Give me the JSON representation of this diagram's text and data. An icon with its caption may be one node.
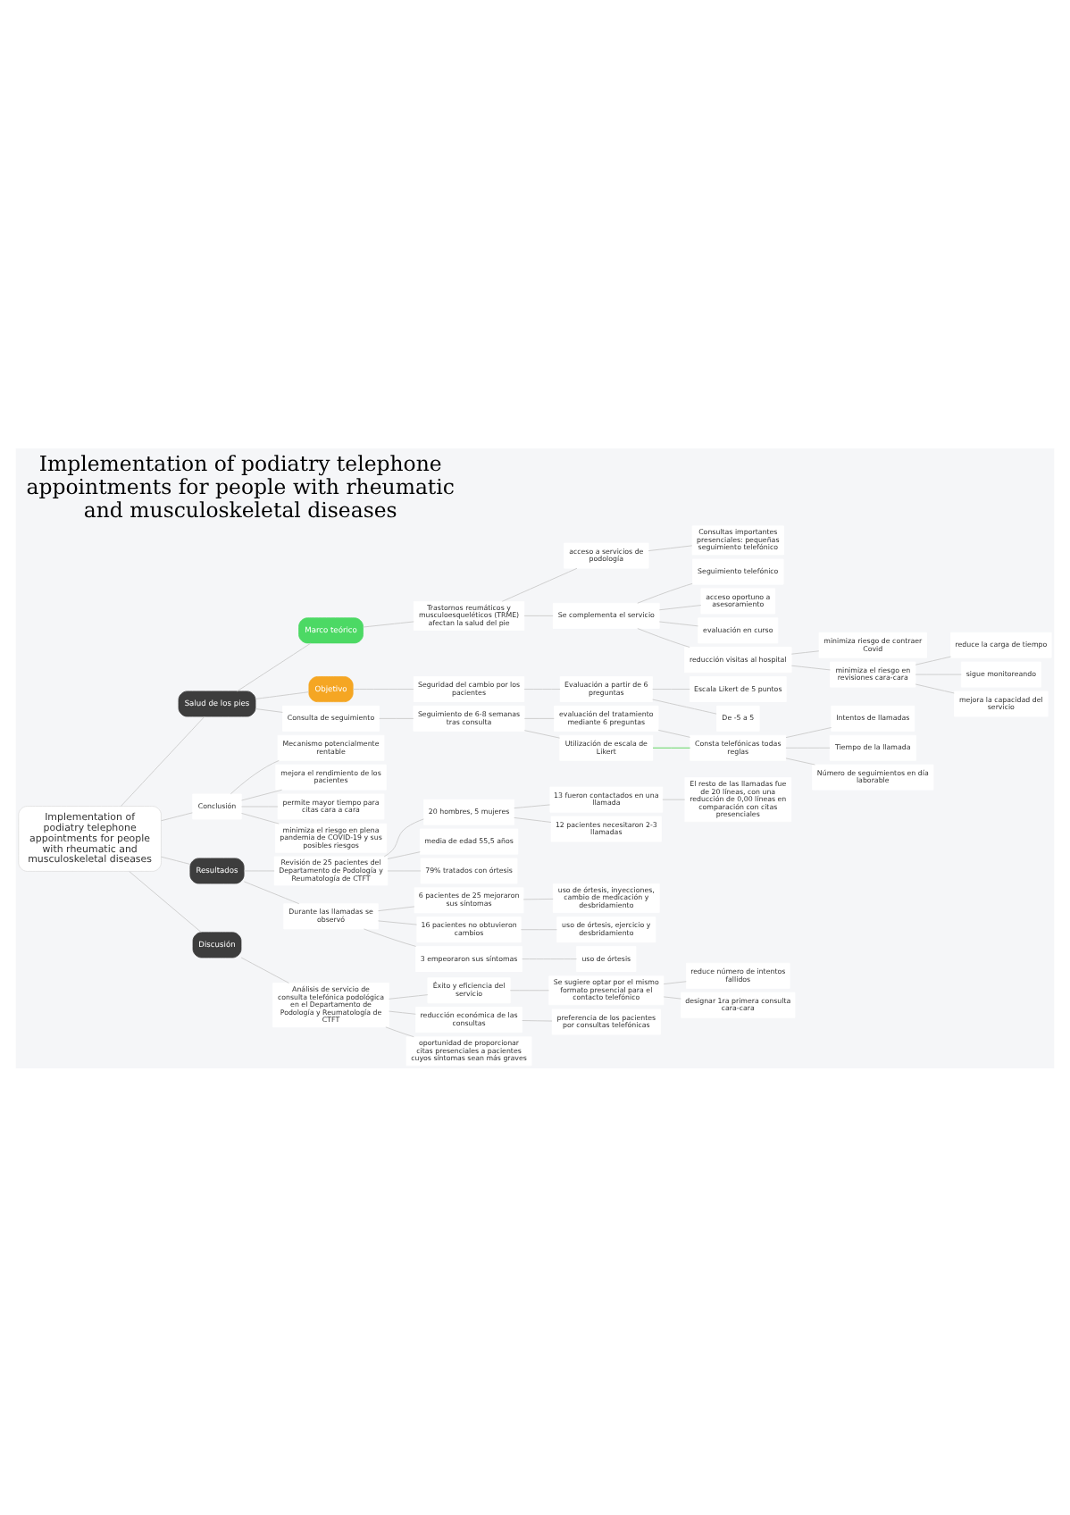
{
  "diagram": {
    "title": "Implementation of podiatry telephone appointments for people with rheumatic and musculoskeletal diseases",
    "nodes": [
      {
        "text": [
          "Implementation of podiatry telephone appointments for people with rheumatic and musculoskeletal diseases"
        ]
      },
      {
        "text": [
          "Salud de los pies"
        ]
      },
      {
        "text": [
          "Marco teórico"
        ]
      },
      {
        "text": [
          "Trastornos reumáticos y musculoesqueléticos (TRME) afectan la salud del pie"
        ]
      },
      {
        "text": [
          "acceso a servicios de podología"
        ]
      },
      {
        "text": [
          "Consultas importantes presenciales: pequeñas seguimiento telefónico"
        ]
      },
      {
        "text": [
          "Se complementa el servicio"
        ]
      },
      {
        "text": [
          "Seguimiento telefónico"
        ]
      },
      {
        "text": [
          "acceso oportuno a asesoramiento"
        ]
      },
      {
        "text": [
          "evaluación en curso"
        ]
      },
      {
        "text": [
          "reducción visitas al hospital"
        ]
      },
      {
        "text": [
          "minimiza riesgo de contraer Covid"
        ]
      },
      {
        "text": [
          "minimiza el riesgo en revisiones cara-cara"
        ]
      },
      {
        "text": [
          "reduce la carga de tiempo"
        ]
      },
      {
        "text": [
          "sigue monitoreando"
        ]
      },
      {
        "text": [
          "mejora la capacidad del servicio"
        ]
      },
      {
        "text": [
          "Objetivo"
        ]
      },
      {
        "text": [
          "Seguridad del cambio por los pacientes"
        ]
      },
      {
        "text": [
          "Evaluación a partir de 6 preguntas"
        ]
      },
      {
        "text": [
          "Escala Likert de 5 puntos"
        ]
      },
      {
        "text": [
          "De -5 a 5"
        ]
      },
      {
        "text": [
          "Consulta de seguimiento"
        ]
      },
      {
        "text": [
          "Seguimiento de 6-8 semanas tras consulta"
        ]
      },
      {
        "text": [
          "evaluación del tratamiento mediante 6 preguntas"
        ]
      },
      {
        "text": [
          "Consta telefónicas todas reglas"
        ]
      },
      {
        "text": [
          "Intentos de llamadas"
        ]
      },
      {
        "text": [
          "Tiempo de la llamada"
        ]
      },
      {
        "text": [
          "Número de seguimientos en día laborable"
        ]
      },
      {
        "text": [
          "Utilización de escala de Likert"
        ]
      },
      {
        "text": [
          "Conclusión"
        ]
      },
      {
        "text": [
          "Mecanismo potencialmente rentable"
        ]
      },
      {
        "text": [
          "mejora el rendimiento de los pacientes"
        ]
      },
      {
        "text": [
          "permite mayor tiempo para citas cara a cara"
        ]
      },
      {
        "text": [
          "minimiza el riesgo en plena pandemia de COVID-19 y sus posibles riesgos"
        ]
      },
      {
        "text": [
          "Resultados"
        ]
      },
      {
        "text": [
          "Revisión de 25 pacientes del Departamento de Podología y Reumatología de CTFT"
        ]
      },
      {
        "text": [
          "20 hombres, 5 mujeres"
        ]
      },
      {
        "text": [
          "13 fueron contactados en una llamada"
        ]
      },
      {
        "text": [
          "El resto de las llamadas fue de 20 líneas, con una reducción de 0,00 líneas en comparación con citas presenciales"
        ]
      },
      {
        "text": [
          "12 pacientes necesitaron 2-3 llamadas"
        ]
      },
      {
        "text": [
          "media de edad 55,5 años"
        ]
      },
      {
        "text": [
          "79% tratados con órtesis"
        ]
      },
      {
        "text": [
          "Durante las llamadas se observó"
        ]
      },
      {
        "text": [
          "6 pacientes de 25 mejoraron sus síntomas"
        ]
      },
      {
        "text": [
          "uso de órtesis, inyecciones, cambio de medicación y desbridamiento"
        ]
      },
      {
        "text": [
          "16 pacientes no obtuvieron cambios"
        ]
      },
      {
        "text": [
          "uso de órtesis, ejercicio y desbridamiento"
        ]
      },
      {
        "text": [
          "3 empeoraron sus síntomas"
        ]
      },
      {
        "text": [
          "uso de órtesis"
        ]
      },
      {
        "text": [
          "Discusión"
        ]
      },
      {
        "text": [
          "Análisis de servicio de consulta telefónica podológica en el Departamento de Podología y Reumatología de CTFT"
        ]
      },
      {
        "text": [
          "Éxito y eficiencia del servicio"
        ]
      },
      {
        "text": [
          "Se sugiere optar por el mismo formato presencial para el contacto telefónico"
        ]
      },
      {
        "text": [
          "reduce número de intentos fallidos"
        ]
      },
      {
        "text": [
          "designar 1ra primera consulta cara-cara"
        ]
      },
      {
        "text": [
          "reducción económica de las consultas"
        ]
      },
      {
        "text": [
          "preferencia de los pacientes por consultas telefónicas"
        ]
      },
      {
        "text": [
          "oportunidad de proporcionar citas presenciales a pacientes cuyos síntomas sean más graves"
        ]
      }
    ],
    "edges": [
      {
        "from": 0,
        "to": 1,
        "arrow": "none"
      },
      {
        "from": 1,
        "to": 2,
        "arrow": "none"
      },
      {
        "from": 2,
        "to": 3,
        "arrow": "none"
      },
      {
        "from": 3,
        "to": 4,
        "arrow": "none"
      },
      {
        "from": 4,
        "to": 5,
        "arrow": "none"
      },
      {
        "from": 3,
        "to": 6,
        "arrow": "none"
      },
      {
        "from": 6,
        "to": 7,
        "arrow": "none"
      },
      {
        "from": 6,
        "to": 8,
        "arrow": "none"
      },
      {
        "from": 6,
        "to": 9,
        "arrow": "none"
      },
      {
        "from": 6,
        "to": 10,
        "arrow": "none"
      },
      {
        "from": 10,
        "to": 11,
        "arrow": "none"
      },
      {
        "from": 10,
        "to": 12,
        "arrow": "none"
      },
      {
        "from": 12,
        "to": 13,
        "arrow": "none"
      },
      {
        "from": 12,
        "to": 14,
        "arrow": "none"
      },
      {
        "from": 12,
        "to": 15,
        "arrow": "none"
      },
      {
        "from": 1,
        "to": 16,
        "arrow": "none"
      },
      {
        "from": 16,
        "to": 17,
        "arrow": "none"
      },
      {
        "from": 17,
        "to": 18,
        "arrow": "none"
      },
      {
        "from": 18,
        "to": 19,
        "arrow": "none"
      },
      {
        "from": 18,
        "to": 20,
        "arrow": "none"
      },
      {
        "from": 1,
        "to": 21,
        "arrow": "none"
      },
      {
        "from": 21,
        "to": 22,
        "arrow": "none"
      },
      {
        "from": 22,
        "to": 23,
        "arrow": "none"
      },
      {
        "from": 23,
        "to": 24,
        "arrow": "none"
      },
      {
        "from": 24,
        "to": 25,
        "arrow": "none"
      },
      {
        "from": 24,
        "to": 26,
        "arrow": "none"
      },
      {
        "from": 24,
        "to": 27,
        "arrow": "none"
      },
      {
        "from": 22,
        "to": 28,
        "arrow": "none"
      },
      {
        "from": 28,
        "to": 24,
        "arrow": "none",
        "color": "#5ad35a"
      },
      {
        "from": 0,
        "to": 29,
        "arrow": "none"
      },
      {
        "from": 29,
        "to": 30,
        "arrow": "none"
      },
      {
        "from": 29,
        "to": 31,
        "arrow": "none"
      },
      {
        "from": 29,
        "to": 32,
        "arrow": "none"
      },
      {
        "from": 29,
        "to": 33,
        "arrow": "none"
      },
      {
        "from": 0,
        "to": 34,
        "arrow": "none"
      },
      {
        "from": 34,
        "to": 35,
        "arrow": "none"
      },
      {
        "from": 35,
        "to": 36,
        "arrow": "none"
      },
      {
        "from": 36,
        "to": 37,
        "arrow": "none"
      },
      {
        "from": 37,
        "to": 38,
        "arrow": "none"
      },
      {
        "from": 36,
        "to": 39,
        "arrow": "none"
      },
      {
        "from": 35,
        "to": 40,
        "arrow": "none"
      },
      {
        "from": 35,
        "to": 41,
        "arrow": "none"
      },
      {
        "from": 34,
        "to": 42,
        "arrow": "none"
      },
      {
        "from": 42,
        "to": 43,
        "arrow": "none"
      },
      {
        "from": 43,
        "to": 44,
        "arrow": "none"
      },
      {
        "from": 42,
        "to": 45,
        "arrow": "none"
      },
      {
        "from": 45,
        "to": 46,
        "arrow": "none"
      },
      {
        "from": 42,
        "to": 47,
        "arrow": "none"
      },
      {
        "from": 47,
        "to": 48,
        "arrow": "none"
      },
      {
        "from": 0,
        "to": 49,
        "arrow": "none"
      },
      {
        "from": 49,
        "to": 50,
        "arrow": "none"
      },
      {
        "from": 50,
        "to": 51,
        "arrow": "none"
      },
      {
        "from": 51,
        "to": 52,
        "arrow": "none"
      },
      {
        "from": 52,
        "to": 53,
        "arrow": "none"
      },
      {
        "from": 52,
        "to": 54,
        "arrow": "none"
      },
      {
        "from": 50,
        "to": 55,
        "arrow": "none"
      },
      {
        "from": 55,
        "to": 56,
        "arrow": "none"
      },
      {
        "from": 50,
        "to": 57,
        "arrow": "none"
      }
    ]
  }
}
